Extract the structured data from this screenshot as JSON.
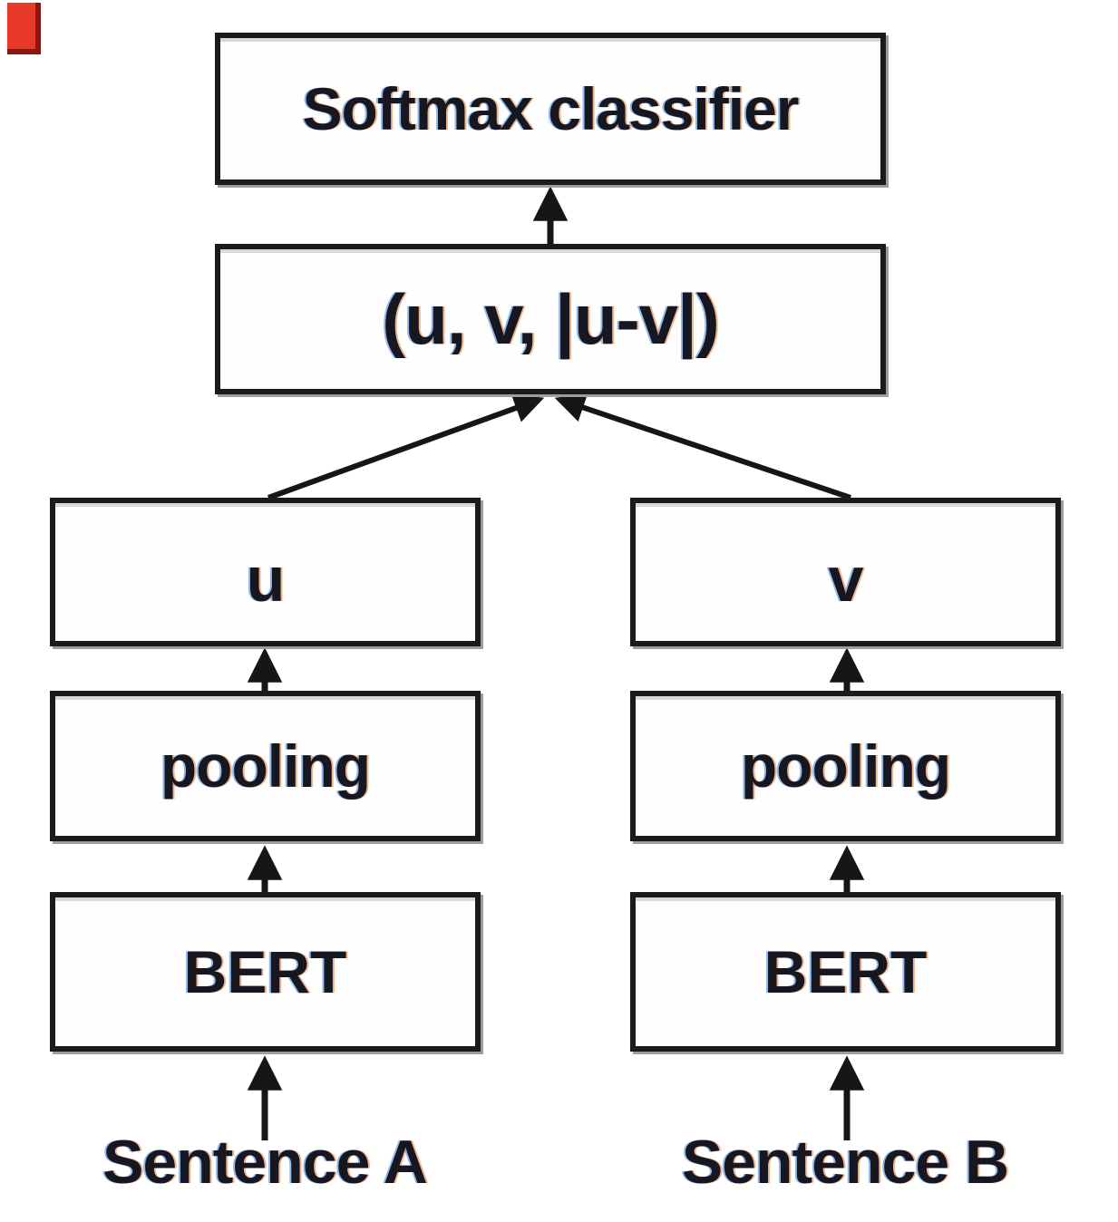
{
  "figure": {
    "description": "Siamese BERT network with softmax classifier diagram",
    "marker": {
      "color": "#e8382a",
      "shadow_color": "#8c170f"
    },
    "classifier_label": "Softmax classifier",
    "concat_label": "(u, v, |u-v|)",
    "left_branch": {
      "vector": "u",
      "pooling": "pooling",
      "encoder": "BERT",
      "input": "Sentence A"
    },
    "right_branch": {
      "vector": "v",
      "pooling": "pooling",
      "encoder": "BERT",
      "input": "Sentence B"
    },
    "colors": {
      "background": "#ffffff",
      "text": "#171722",
      "box_border": "#1b1b1b",
      "box_bevel": "#9d9d9d",
      "arrow": "#161616",
      "text_fringe_warm": "#e07020",
      "text_fringe_cool": "#2476d6"
    }
  }
}
